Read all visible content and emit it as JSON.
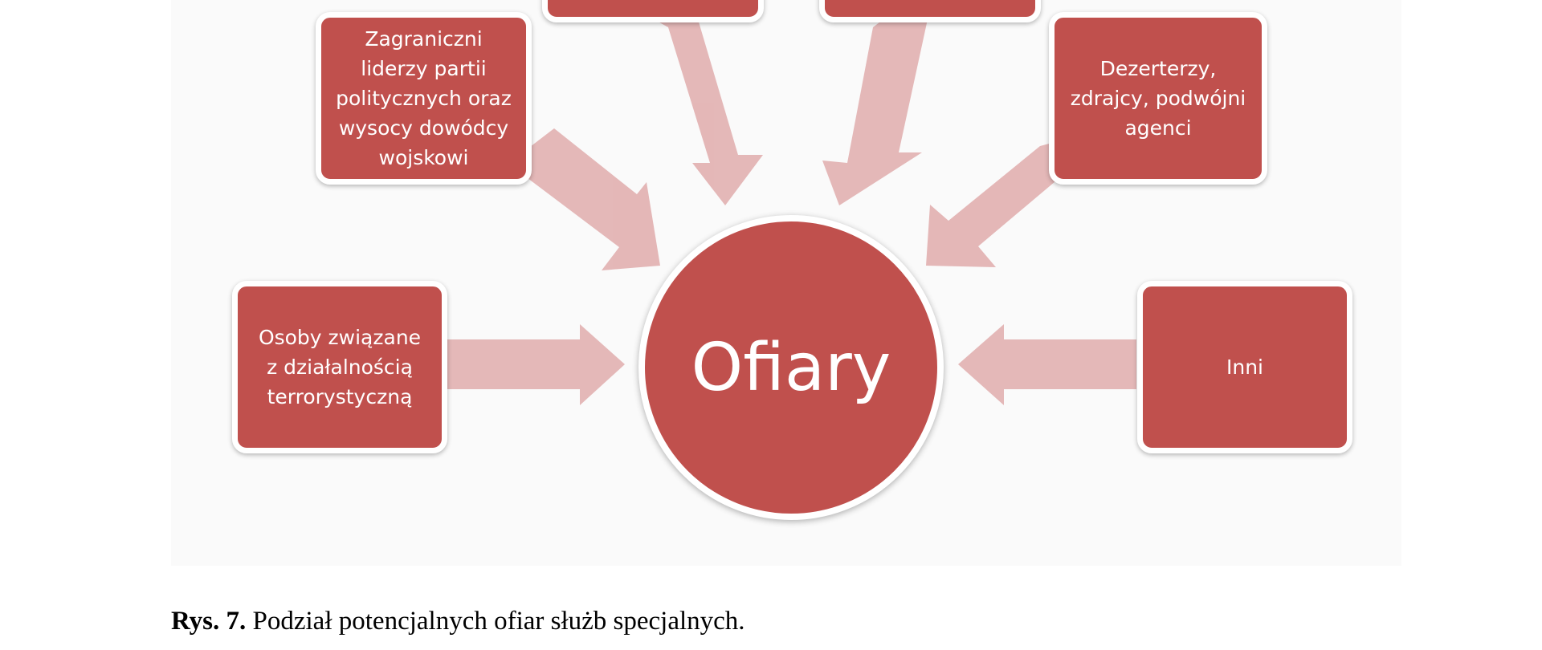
{
  "diagram": {
    "center_label": "Ofiary",
    "nodes": [
      {
        "id": "top-left",
        "label": ""
      },
      {
        "id": "top-right",
        "label": ""
      },
      {
        "id": "foreign-leaders",
        "label": "Zagraniczni\nliderzy partii\npolitycznych oraz\nwysocy dowódcy\nwojskowi"
      },
      {
        "id": "defectors",
        "label": "Dezerterzy,\nzdrajcy, podwójni\nagenci"
      },
      {
        "id": "terrorism",
        "label": "Osoby związane\nz działalnością\nterrorystyczną"
      },
      {
        "id": "others",
        "label": "Inni"
      }
    ]
  },
  "caption": {
    "prefix": "Rys. 7.",
    "text": " Podział potencjalnych ofiar służb specjalnych."
  },
  "colors": {
    "node_fill": "#c0504d",
    "arrow_fill": "#e6b8b7",
    "node_border": "#ffffff"
  }
}
